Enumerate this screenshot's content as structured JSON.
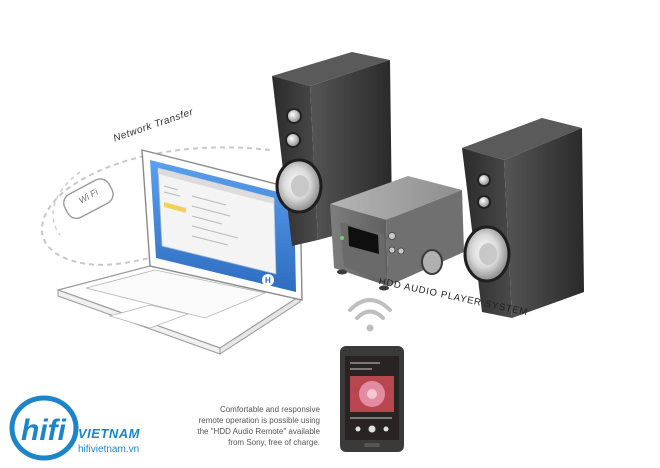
{
  "labels": {
    "network_transfer": "Network Transfer",
    "hdd_system": "HDD AUDIO PLAYER SYSTEM",
    "wifi": "Wi Fi"
  },
  "caption": {
    "lines": [
      "Comfortable and responsive",
      "remote operation is possible using",
      "the \"HDD Audio Remote\" available",
      "from Sony, free of charge."
    ]
  },
  "logo": {
    "word": "VIETNAM",
    "url": "hifivietnam.vn",
    "mark": "hifi"
  },
  "colors": {
    "brand": "#1c85c8",
    "speaker_body": "#3a3a3a",
    "player_body": "#8a8a8a",
    "screen_blue": "#3d80d6"
  }
}
